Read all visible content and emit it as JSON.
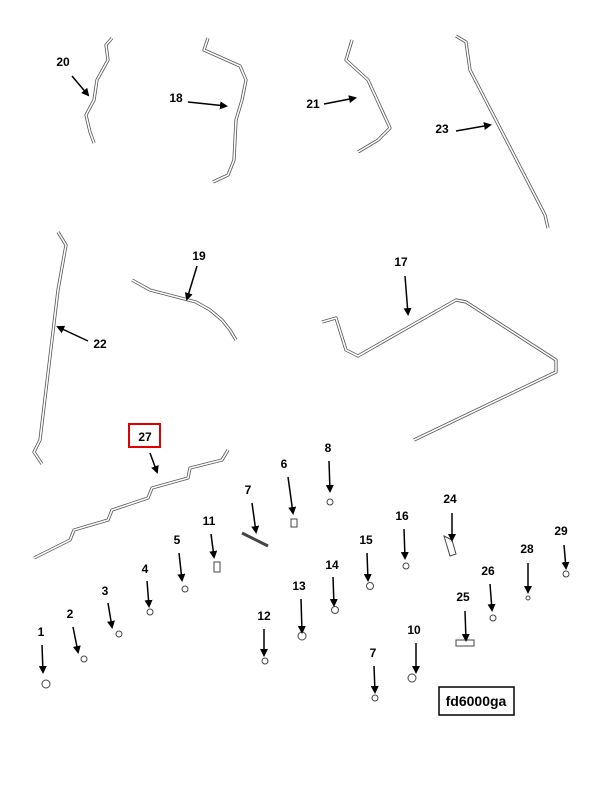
{
  "diagram": {
    "code": "fd6000ga",
    "highlighted_callout": "27",
    "highlight_color": "#e00000",
    "callouts": [
      "20",
      "18",
      "21",
      "23",
      "22",
      "19",
      "17",
      "27",
      "8",
      "6",
      "7",
      "11",
      "5",
      "24",
      "16",
      "15",
      "14",
      "29",
      "28",
      "4",
      "3",
      "26",
      "13",
      "25",
      "2",
      "12",
      "1",
      "10",
      "7"
    ]
  }
}
